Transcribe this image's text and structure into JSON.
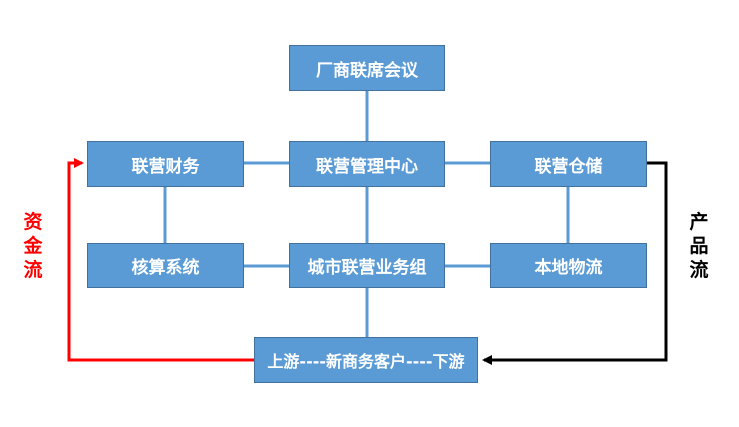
{
  "nodes": {
    "top": "厂商联席会议",
    "finance": "联营财务",
    "center": "联营管理中心",
    "warehouse": "联营仓储",
    "accounting": "核算系统",
    "city": "城市联营业务组",
    "logistics": "本地物流",
    "bottom": "上游----新商务客户----下游"
  },
  "flows": {
    "capital": [
      "资",
      "金",
      "流"
    ],
    "product": [
      "产",
      "品",
      "流"
    ]
  },
  "colors": {
    "box_fill": "#5b9bd5",
    "box_border": "#41719c",
    "connector": "#5b9bd5",
    "capital_flow": "#ff0000",
    "product_flow": "#000000"
  }
}
